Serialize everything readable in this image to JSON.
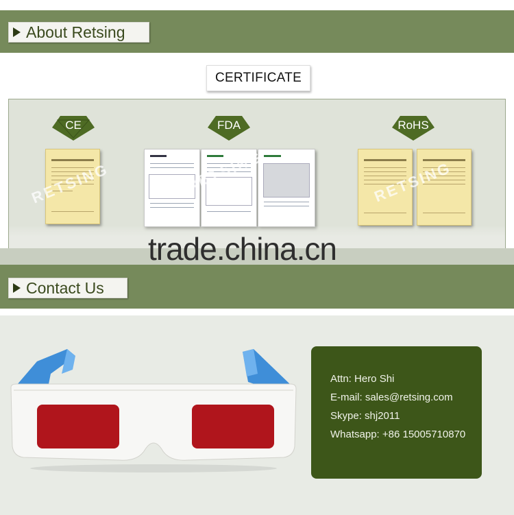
{
  "sections": {
    "about": {
      "label": "About Retsing",
      "icon": "play-triangle-icon"
    },
    "contact": {
      "label": "Contact Us",
      "icon": "play-triangle-icon"
    }
  },
  "certificate": {
    "title": "CERTIFICATE",
    "badges": [
      {
        "label": "CE"
      },
      {
        "label": "FDA"
      },
      {
        "label": "RoHS"
      }
    ],
    "watermark": "RETSING"
  },
  "watermark_site": "trade.china.cn",
  "contact": {
    "attn": "Attn:  Hero Shi",
    "email": "E-mail: sales@retsing.com",
    "skype": "Skype: shj2011",
    "whatsapp": "Whatsapp: +86 15005710870"
  },
  "colors": {
    "band": "#768a5b",
    "badge": "#4e6b24",
    "contact_box": "#3d5619",
    "glasses_frame_outer": "#3f8ed8",
    "lens": "#b0151c"
  }
}
